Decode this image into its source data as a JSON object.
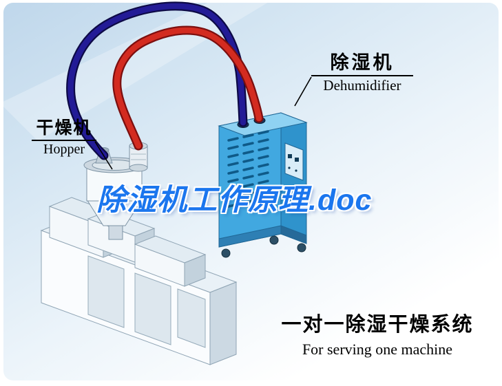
{
  "labels": {
    "hopper": {
      "zh": "干燥机",
      "en": "Hopper"
    },
    "dehumidifier": {
      "zh": "除湿机",
      "en": "Dehumidifier"
    }
  },
  "watermark": {
    "text": "除湿机工作原理.doc",
    "color": "#1b76ee"
  },
  "caption": {
    "zh": "一对一除湿干燥系统",
    "en": "For serving one machine"
  },
  "colors": {
    "pipe_supply": "#231b96",
    "pipe_supply_outline": "#0d0a46",
    "pipe_return": "#d32b20",
    "pipe_return_outline": "#7c0f0f",
    "dehumidifier_front": "#41a8e0",
    "dehumidifier_side": "#2f93cc",
    "dehumidifier_top": "#8fd2f2",
    "background_blue": "#bfd7eb"
  }
}
